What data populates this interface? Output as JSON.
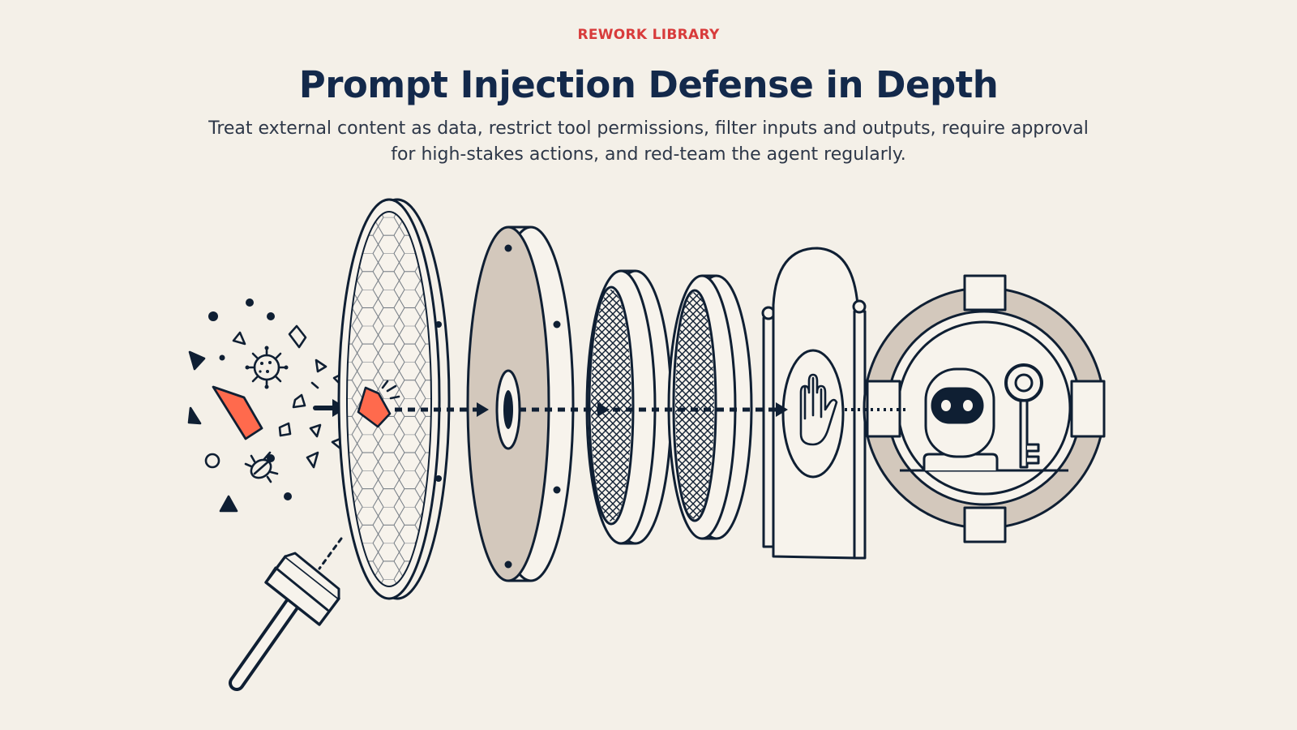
{
  "header": {
    "eyebrow": "REWORK LIBRARY",
    "title": "Prompt Injection Defense in Depth",
    "subtitle": "Treat external content as data, restrict tool permissions, filter inputs and outputs, require approval for high-stakes actions, and red-team the agent regularly."
  },
  "colors": {
    "background": "#f4f0e8",
    "ink": "#0f1f33",
    "accent": "#ff6a4d",
    "eyebrow": "#d83b3b",
    "title": "#13294b",
    "layer_fill": "#d3c8bc"
  },
  "icons": [
    "virus-icon",
    "bug-icon",
    "malicious-shard-icon",
    "hexagon-shield-icon",
    "permission-disc-icon",
    "mesh-filter-icon",
    "stop-hand-icon",
    "robot-agent-icon",
    "key-icon",
    "hammer-icon"
  ]
}
